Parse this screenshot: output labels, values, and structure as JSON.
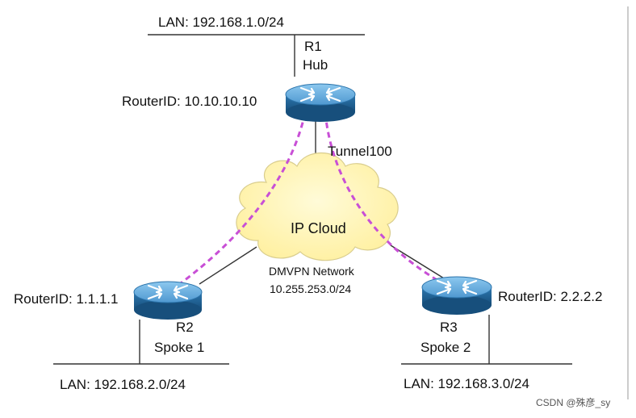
{
  "hub": {
    "lan": "LAN: 192.168.1.0/24",
    "name": "R1",
    "role": "Hub",
    "router_id": "RouterID: 10.10.10.10"
  },
  "spoke1": {
    "lan": "LAN: 192.168.2.0/24",
    "name": "R2",
    "role": "Spoke 1",
    "router_id": "RouterID: 1.1.1.1"
  },
  "spoke2": {
    "lan": "LAN: 192.168.3.0/24",
    "name": "R3",
    "role": "Spoke 2",
    "router_id": "RouterID: 2.2.2.2"
  },
  "tunnel": "Tunnel100",
  "cloud": "IP Cloud",
  "network": {
    "name": "DMVPN Network",
    "subnet": "10.255.253.0/24"
  },
  "watermark": "CSDN @殊彦_sy",
  "colors": {
    "router_top": "#5aa7dd",
    "router_side": "#1f5f93",
    "cloud_fill": "#fff2a8",
    "cloud_stroke": "#d7c98a",
    "tunnel_dash": "#c84fd6",
    "link": "#333333"
  }
}
